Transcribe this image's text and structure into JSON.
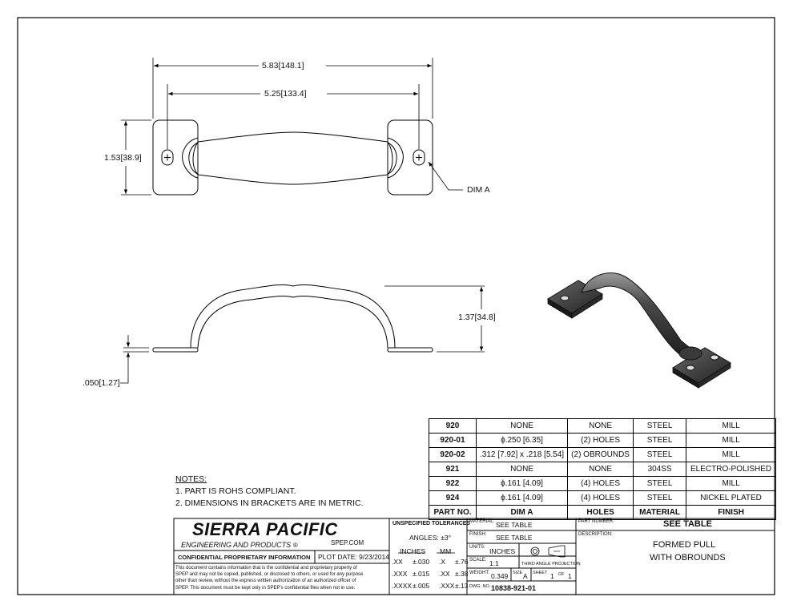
{
  "dimensions": {
    "overall_length": "5.83",
    "overall_length_mm": "148.1",
    "hole_spacing": "5.25",
    "hole_spacing_mm": "133.4",
    "flange_width": "1.53",
    "flange_width_mm": "38.9",
    "dim_a_label": "DIM A",
    "height": "1.37",
    "height_mm": "34.8",
    "thickness": ".050",
    "thickness_mm": "1.27"
  },
  "notes": {
    "title": "NOTES:",
    "items": [
      "1.   PART IS ROHS COMPLIANT.",
      "2.   DIMENSIONS IN BRACKETS ARE IN METRIC."
    ]
  },
  "parts_table": {
    "headers": [
      "PART NO.",
      "DIM A",
      "HOLES",
      "MATERIAL",
      "FINISH"
    ],
    "rows": [
      [
        "920",
        "NONE",
        "NONE",
        "STEEL",
        "MILL"
      ],
      [
        "920-01",
        "ϕ.250 [6.35]",
        "(2) HOLES",
        "STEEL",
        "MILL"
      ],
      [
        "920-02",
        ".312 [7.92] x .218 [5.54]",
        "(2) OBROUNDS",
        "STEEL",
        "MILL"
      ],
      [
        "921",
        "NONE",
        "NONE",
        "304SS",
        "ELECTRO-POLISHED"
      ],
      [
        "922",
        "ϕ.161 [4.09]",
        "(4) HOLES",
        "STEEL",
        "MILL"
      ],
      [
        "924",
        "ϕ.161 [4.09]",
        "(4) HOLES",
        "STEEL",
        "NICKEL PLATED"
      ]
    ]
  },
  "title_block": {
    "company": "SIERRA PACIFIC",
    "company_sub": "ENGINEERING AND PRODUCTS",
    "website": "SPEP.COM",
    "confidential_title": "CONFIDENTIAL PROPRIETARY INFORMATION",
    "plot_date": "PLOT DATE:  9/23/2014",
    "confidential_text": [
      "This document contains information that is the confidential and proprietary property of",
      "SPEP and may not be copied, published, or disclosed to others, or used for any purpose",
      "other than review, without the express written authorization of an authorized officer of",
      "SPEP. This document must be kept only in SPEP's confidential files when not in use."
    ],
    "tolerances_title": "UNSPECIFIED TOLERANCES",
    "angles": "ANGLES:  ±3°",
    "inches_label": "INCHES",
    "mm_label": "MM",
    "tol_rows": [
      [
        ".XX",
        "±.030",
        ".X",
        "±.76"
      ],
      [
        ".XXX",
        "±.015",
        ".XX",
        "±.38"
      ],
      [
        ".XXXX",
        "±.005",
        ".XXX",
        "±.13"
      ]
    ],
    "material_label": "MATERIAL:",
    "material_value": "SEE TABLE",
    "finish_label": "FINISH:",
    "finish_value": "SEE TABLE",
    "units_label": "UNITS:",
    "units_value": "INCHES",
    "scale_label": "SCALE:",
    "scale_value": "1:1",
    "projection_label": "THIRD ANGLE PROJECTION",
    "weight_label": "WEIGHT:",
    "weight_value": "0.349",
    "size_label": "SIZE",
    "size_value": "A",
    "sheet_label": "SHEET",
    "sheet_value": "1",
    "of_label": "OF",
    "of_value": "1",
    "dwg_label": "DWG. NO.",
    "dwg_value": "10838-921-01",
    "part_number_label": "PART NUMBER:",
    "part_number_value": "SEE TABLE",
    "description_label": "DESCRIPTION:",
    "description_line1": "FORMED PULL",
    "description_line2": "WITH OBROUNDS"
  }
}
